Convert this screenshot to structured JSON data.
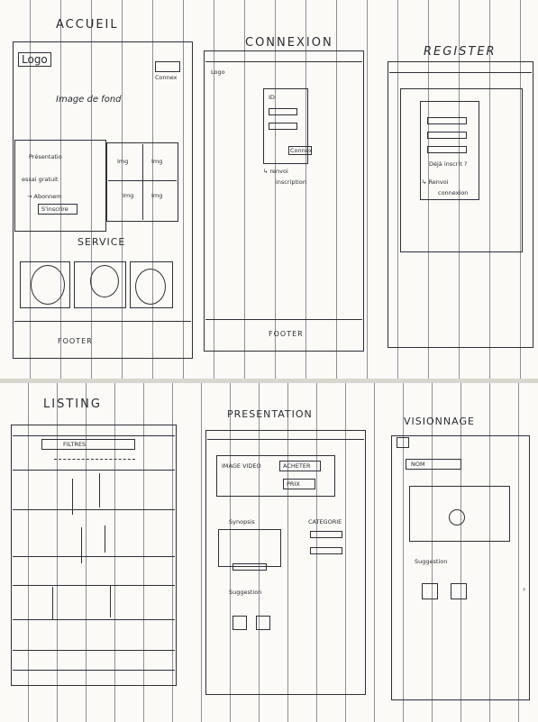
{
  "accueil": {
    "title": "ACCUEIL",
    "logo": "Logo",
    "connexion_btn": "Connex",
    "background": "Image de fond",
    "presentation": "Présentatio",
    "essai": "essai gratuit",
    "abonnement": "→ Abonnem",
    "inscrire": "S'inscrire",
    "img": "Img",
    "service": "SERVICE",
    "footer": "FOOTER"
  },
  "connexion": {
    "title": "CONNEXION",
    "logo": "Logo",
    "id": "ID",
    "connexion_btn": "Connex",
    "renvoi": "↳ renvoi",
    "inscription": "inscription",
    "footer": "FOOTER"
  },
  "register": {
    "title": "REGISTER",
    "deja": "Déjà inscrit ?",
    "renvoi": "↳ Renvoi",
    "connexion": "connexion"
  },
  "listing": {
    "title": "LISTING",
    "filtres": "FILTRES"
  },
  "presentation": {
    "title": "PRESENTATION",
    "image_video": "IMAGE VIDEO",
    "acheter": "ACHETER",
    "prix": "PRIX",
    "synopsis": "Synopsis",
    "categorie": "CATEGORIE",
    "suggestion": "Suggestion"
  },
  "visionnage": {
    "title": "VISIONNAGE",
    "nom": "NOM",
    "suggestion": "Suggestion"
  }
}
